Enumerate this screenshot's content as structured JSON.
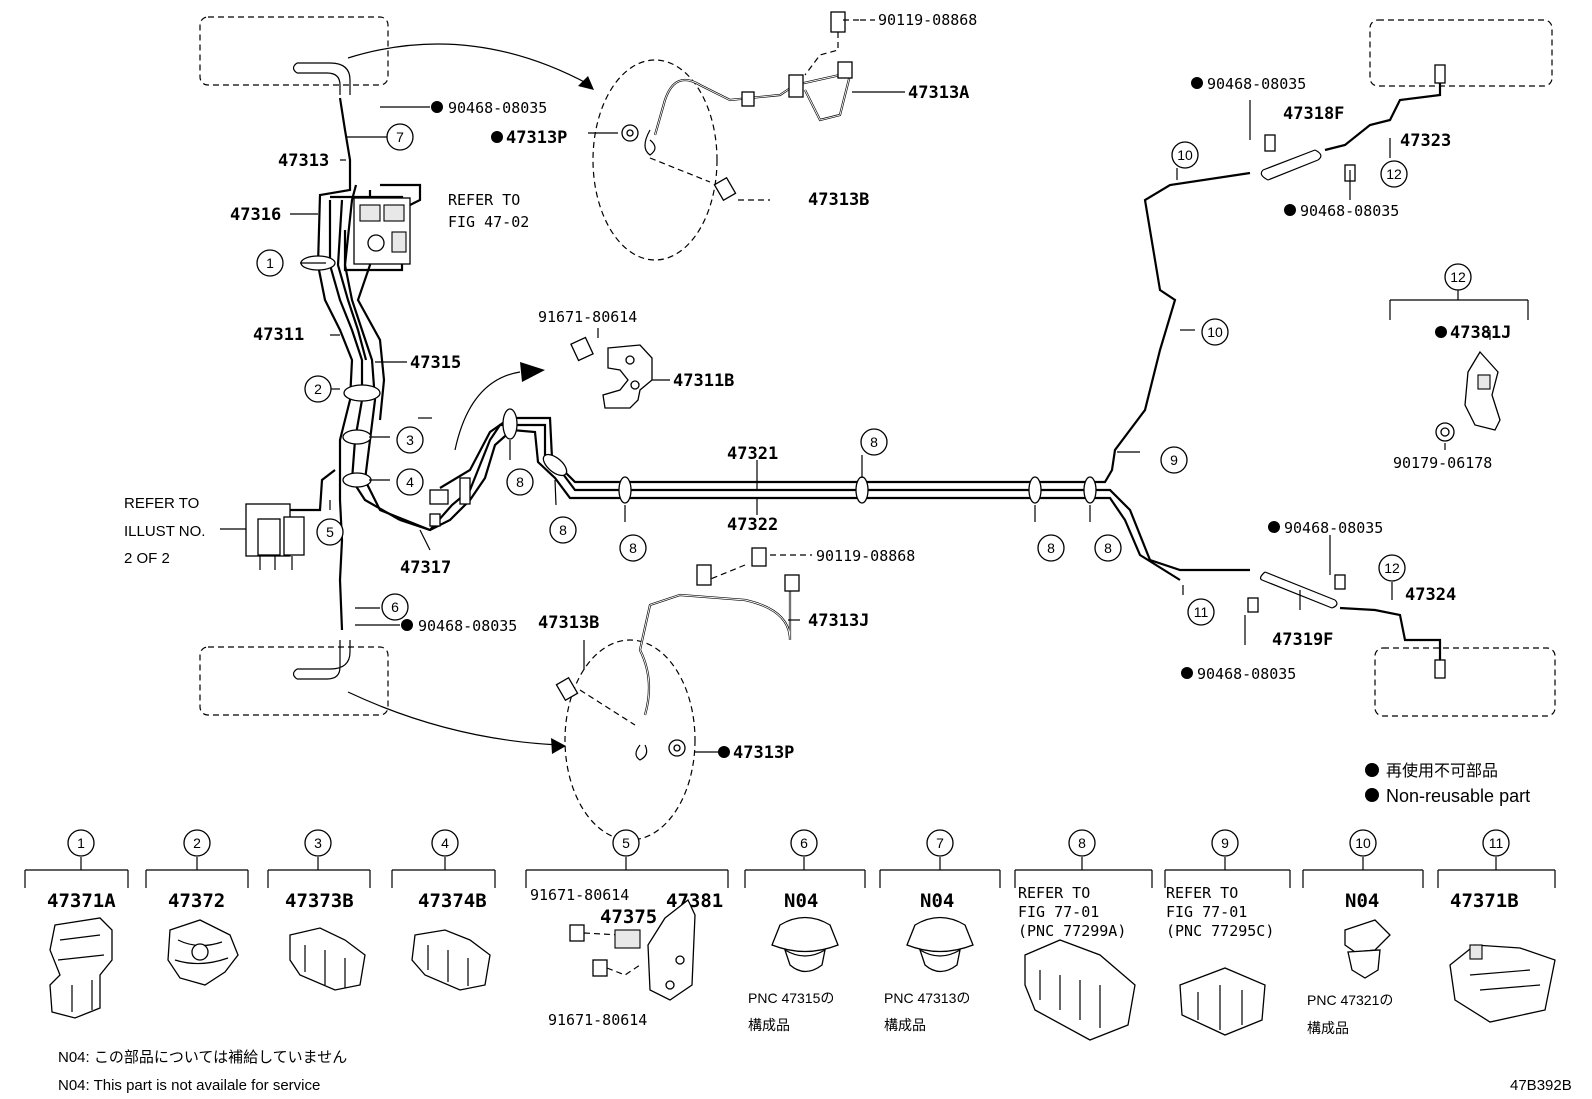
{
  "diagram_id": "47B392B",
  "parts": {
    "p90119_top": "90119-08868",
    "p47313A": "47313A",
    "p90468_top_left": "90468-08035",
    "p47313P_top": "47313P",
    "p47313": "47313",
    "p47313B_top": "47313B",
    "p47316": "47316",
    "refer_fig47_line1": "REFER TO",
    "refer_fig47_line2": "FIG 47-02",
    "p47311": "47311",
    "p47315": "47315",
    "p91671_mid": "91671-80614",
    "p47311B": "47311B",
    "p47321": "47321",
    "p47322": "47322",
    "refer_illust_line1": "REFER TO",
    "refer_illust_line2": "ILLUST NO.",
    "refer_illust_line3": "2 OF 2",
    "p47317": "47317",
    "p90468_left_low": "90468-08035",
    "p47313B_low": "47313B",
    "p90119_low": "90119-08868",
    "p47313J": "47313J",
    "p47313P_low": "47313P",
    "p90468_right_top": "90468-08035",
    "p47318F": "47318F",
    "p47323": "47323",
    "p90468_right_mid": "90468-08035",
    "p47381J": "47381J",
    "p90179": "90179-06178",
    "p90468_right_low1": "90468-08035",
    "p47324": "47324",
    "p47319F": "47319F",
    "p90468_right_low2": "90468-08035"
  },
  "legend": {
    "jp": "再使用不可部品",
    "en": "Non-reusable part"
  },
  "bottom_table": [
    {
      "num": "1",
      "part": "47371A"
    },
    {
      "num": "2",
      "part": "47372"
    },
    {
      "num": "3",
      "part": "47373B"
    },
    {
      "num": "4",
      "part": "47374B"
    },
    {
      "num": "5",
      "part": "47381",
      "sub1": "91671-80614",
      "sub2": "47375",
      "sub3": "91671-80614"
    },
    {
      "num": "6",
      "part": "N04",
      "note1": "PNC 47315の",
      "note2": "構成品"
    },
    {
      "num": "7",
      "part": "N04",
      "note1": "PNC 47313の",
      "note2": "構成品"
    },
    {
      "num": "8",
      "refer1": "REFER TO",
      "refer2": "FIG 77-01",
      "refer3": "(PNC 77299A)"
    },
    {
      "num": "9",
      "refer1": "REFER TO",
      "refer2": "FIG 77-01",
      "refer3": "(PNC 77295C)"
    },
    {
      "num": "10",
      "part": "N04",
      "note1": "PNC 47321の",
      "note2": "構成品"
    },
    {
      "num": "11",
      "part": "47371B"
    },
    {
      "num": "12"
    }
  ],
  "footnotes": {
    "jp": "N04: この部品については補給していません",
    "en": "N04:  This part is not availale for service"
  }
}
